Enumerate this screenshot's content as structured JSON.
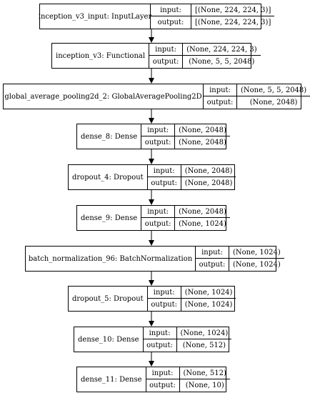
{
  "layers": [
    {
      "name": "inception_v3_input: InputLayer",
      "input": "[(None, 224, 224, 3)]",
      "output": "[(None, 224, 224, 3)]"
    },
    {
      "name": "inception_v3: Functional",
      "input": "(None, 224, 224, 3)",
      "output": "(None, 5, 5, 2048)"
    },
    {
      "name": "global_average_pooling2d_2: GlobalAveragePooling2D",
      "input": "(None, 5, 5, 2048)",
      "output": "(None, 2048)"
    },
    {
      "name": "dense_8: Dense",
      "input": "(None, 2048)",
      "output": "(None, 2048)"
    },
    {
      "name": "dropout_4: Dropout",
      "input": "(None, 2048)",
      "output": "(None, 2048)"
    },
    {
      "name": "dense_9: Dense",
      "input": "(None, 2048)",
      "output": "(None, 1024)"
    },
    {
      "name": "batch_normalization_96: BatchNormalization",
      "input": "(None, 1024)",
      "output": "(None, 1024)"
    },
    {
      "name": "dropout_5: Dropout",
      "input": "(None, 1024)",
      "output": "(None, 1024)"
    },
    {
      "name": "dense_10: Dense",
      "input": "(None, 1024)",
      "output": "(None, 512)"
    },
    {
      "name": "dense_11: Dense",
      "input": "(None, 512)",
      "output": "(None, 10)"
    }
  ],
  "port_labels": {
    "input": "input:",
    "output": "output:"
  }
}
